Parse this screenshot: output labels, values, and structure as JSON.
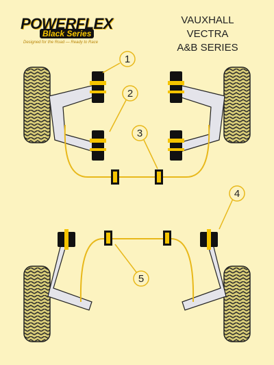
{
  "logo": {
    "brand": "POWERFLEX",
    "series": "Black Series",
    "tagline": "Designed for the Road — Ready to Race"
  },
  "title": {
    "line1": "VAUXHALL",
    "line2": "VECTRA",
    "line3": "A&B SERIES"
  },
  "callouts": [
    {
      "label": "1"
    },
    {
      "label": "2"
    },
    {
      "label": "3"
    },
    {
      "label": "4"
    },
    {
      "label": "5"
    }
  ],
  "colors": {
    "background": "#fcf3c0",
    "tyre": "#d8cc78",
    "tyre_tread": "#333333",
    "arm": "#e4e4ea",
    "bush": "#111111",
    "bush_highlight": "#f5c400",
    "line": "#e8b81a"
  }
}
